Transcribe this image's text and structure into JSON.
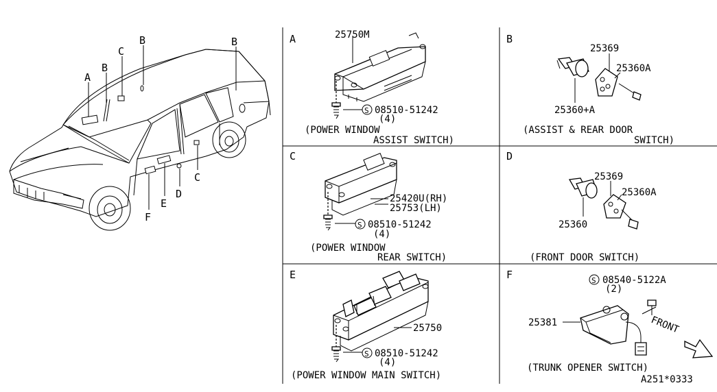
{
  "car_callouts": [
    "A",
    "B",
    "B",
    "C",
    "C",
    "D",
    "E",
    "F"
  ],
  "panels": {
    "A": {
      "letter": "A",
      "part_top": "25750M",
      "screw_part": "08510-51242",
      "qty": "(4)",
      "cap1": "(POWER WINDOW",
      "cap2": "ASSIST SWITCH)"
    },
    "B": {
      "letter": "B",
      "p1": "25369",
      "p2": "25360A",
      "p3": "25360+A",
      "cap1": "(ASSIST & REAR DOOR",
      "cap2": "SWITCH)"
    },
    "C": {
      "letter": "C",
      "p_rh": "25420U(RH)",
      "p_lh": "25753(LH)",
      "screw_part": "08510-51242",
      "qty": "(4)",
      "cap1": "(POWER WINDOW",
      "cap2": "REAR SWITCH)"
    },
    "D": {
      "letter": "D",
      "p1": "25369",
      "p2": "25360A",
      "p3": "25360",
      "cap": "(FRONT DOOR SWITCH)"
    },
    "E": {
      "letter": "E",
      "part": "25750",
      "screw_part": "08510-51242",
      "qty": "(4)",
      "cap": "(POWER WINDOW  MAIN SWITCH)"
    },
    "F": {
      "letter": "F",
      "screw_part": "08540-5122A",
      "qty": "(2)",
      "part": "25381",
      "front": "FRONT",
      "cap": "(TRUNK OPENER SWITCH)",
      "code": "A251*0333"
    }
  },
  "symbol_s": "S"
}
